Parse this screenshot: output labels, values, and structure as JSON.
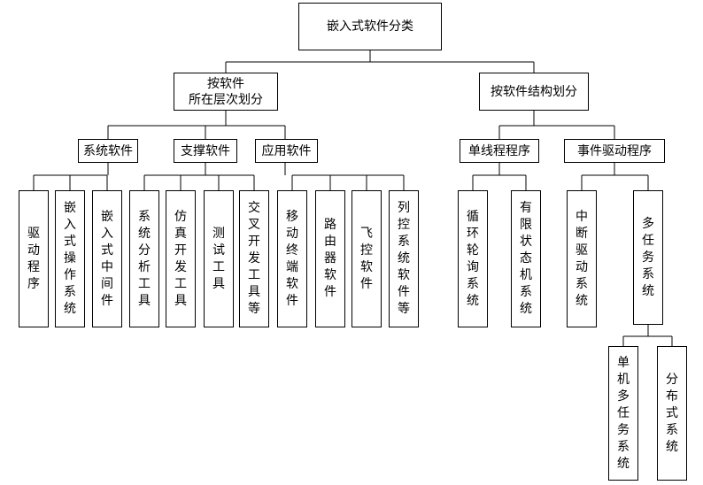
{
  "root": {
    "label": "嵌入式软件分类"
  },
  "level1": {
    "by_layer": "按软件\n所在层次划分",
    "by_structure": "按软件结构划分"
  },
  "level2": {
    "system_software": "系统软件",
    "support_software": "支撑软件",
    "application_software": "应用软件",
    "single_thread": "单线程程序",
    "event_driven": "事件驱动程序"
  },
  "leaves": {
    "driver": "驱动程序",
    "embedded_os": "嵌入式操作系统",
    "embedded_middleware": "嵌入式中间件",
    "system_analysis_tools": "系统分析工具",
    "simulation_dev_tools": "仿真开发工具",
    "test_tools": "测试工具",
    "cross_dev_tools": "交叉开发工具等",
    "mobile_terminal_software": "移动终端软件",
    "router_software": "路由器软件",
    "flight_control_software": "飞控软件",
    "train_control_software": "列控系统软件等",
    "loop_polling_system": "循环轮询系统",
    "finite_state_machine": "有限状态机系统",
    "interrupt_driven_system": "中断驱动系统",
    "multitask_system": "多任务系统",
    "single_machine_multitask": "单机多任务系统",
    "distributed_system": "分布式系统"
  }
}
